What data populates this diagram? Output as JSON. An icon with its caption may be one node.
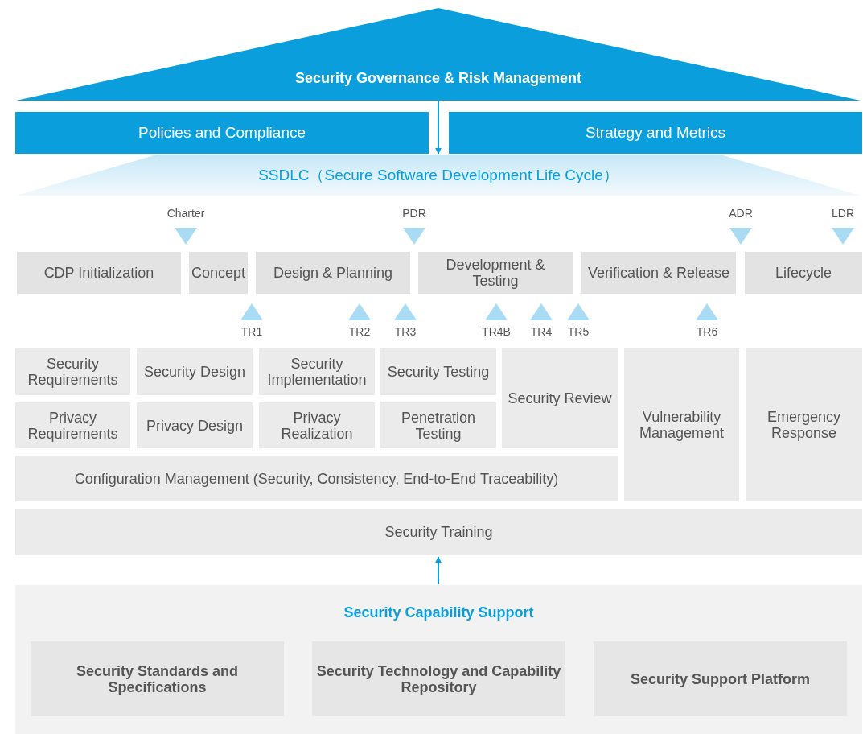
{
  "diagram": {
    "nodes": [
      {
        "text": [
          "Security Governance & Risk Management"
        ]
      },
      {
        "text": [
          "Policies and Compliance"
        ]
      },
      {
        "text": [
          "Strategy and Metrics"
        ]
      },
      {
        "text": [
          "SSDLC（Secure Software Development Life Cycle）"
        ]
      },
      {
        "text": [
          "CDP Initialization"
        ]
      },
      {
        "text": [
          "Concept"
        ]
      },
      {
        "text": [
          "Design & Planning"
        ]
      },
      {
        "text": [
          "Development & Testing"
        ]
      },
      {
        "text": [
          "Verification & Release"
        ]
      },
      {
        "text": [
          "Lifecycle"
        ]
      },
      {
        "text": [
          "Security Requirements"
        ]
      },
      {
        "text": [
          "Security Design"
        ]
      },
      {
        "text": [
          "Security Implementation"
        ]
      },
      {
        "text": [
          "Security Testing"
        ]
      },
      {
        "text": [
          "Security Review"
        ]
      },
      {
        "text": [
          "Vulnerability Management"
        ]
      },
      {
        "text": [
          "Emergency Response"
        ]
      },
      {
        "text": [
          "Privacy Requirements"
        ]
      },
      {
        "text": [
          "Privacy Design"
        ]
      },
      {
        "text": [
          "Privacy Realization"
        ]
      },
      {
        "text": [
          "Penetration Testing"
        ]
      },
      {
        "text": [
          "Configuration Management (Security, Consistency, End-to-End Traceability)"
        ]
      },
      {
        "text": [
          "Security Training"
        ]
      },
      {
        "text": [
          "Security Capability Support"
        ]
      },
      {
        "text": [
          "Security Standards and Specifications"
        ],
        "in": 23
      },
      {
        "text": [
          "Security Technology and Capability Repository"
        ],
        "in": 23
      },
      {
        "text": [
          "Security Support Platform"
        ],
        "in": 23
      }
    ],
    "edges": [
      {
        "from": 0,
        "to": 3,
        "arrow": "to"
      },
      {
        "from": 23,
        "to": 22,
        "arrow": "to"
      }
    ],
    "labels": [
      "Charter",
      "PDR",
      "ADR",
      "LDR",
      "TR1",
      "TR2",
      "TR3",
      "TR4B",
      "TR4",
      "TR5",
      "TR6"
    ]
  }
}
